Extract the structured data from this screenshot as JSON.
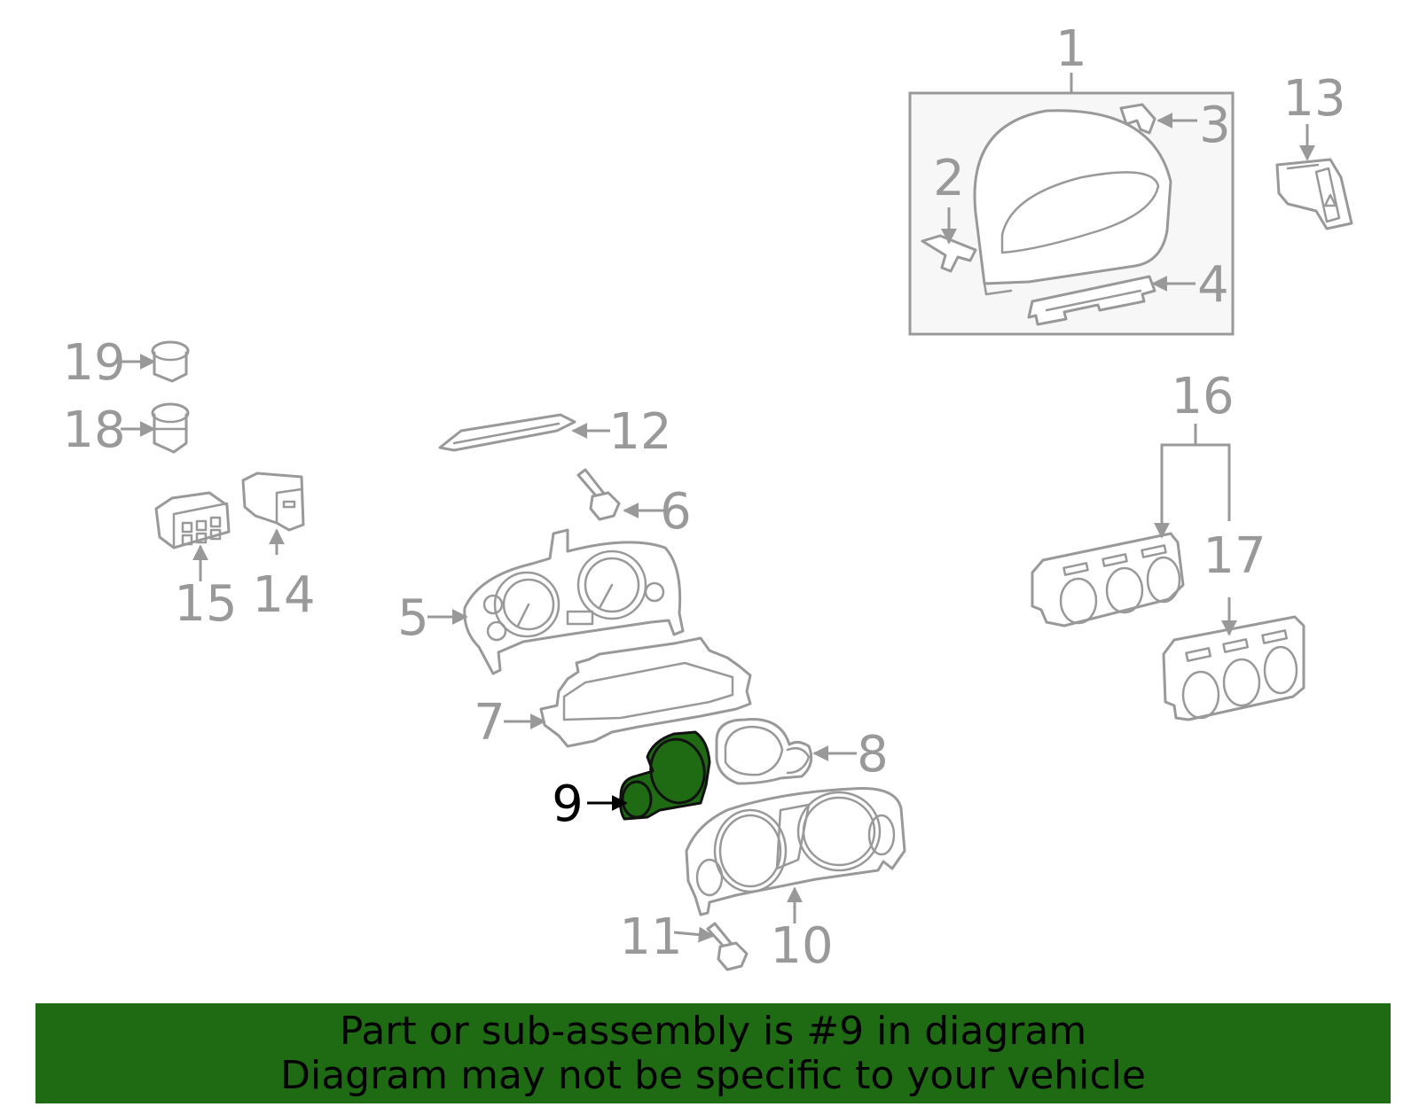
{
  "callouts": {
    "c1": "1",
    "c2": "2",
    "c3": "3",
    "c4": "4",
    "c5": "5",
    "c6": "6",
    "c7": "7",
    "c8": "8",
    "c9": "9",
    "c10": "10",
    "c11": "11",
    "c12": "12",
    "c13": "13",
    "c14": "14",
    "c15": "15",
    "c16": "16",
    "c17": "17",
    "c18": "18",
    "c19": "19"
  },
  "highlight": {
    "part": "9",
    "color": "#1e6b14"
  },
  "colors": {
    "linework": "#999999",
    "banner": "#1e6b14",
    "group_box_fill": "#f7f7f7"
  },
  "banner": {
    "line1": "Part or sub-assembly is #9 in diagram",
    "line2": "Diagram may not be specific to your vehicle"
  }
}
